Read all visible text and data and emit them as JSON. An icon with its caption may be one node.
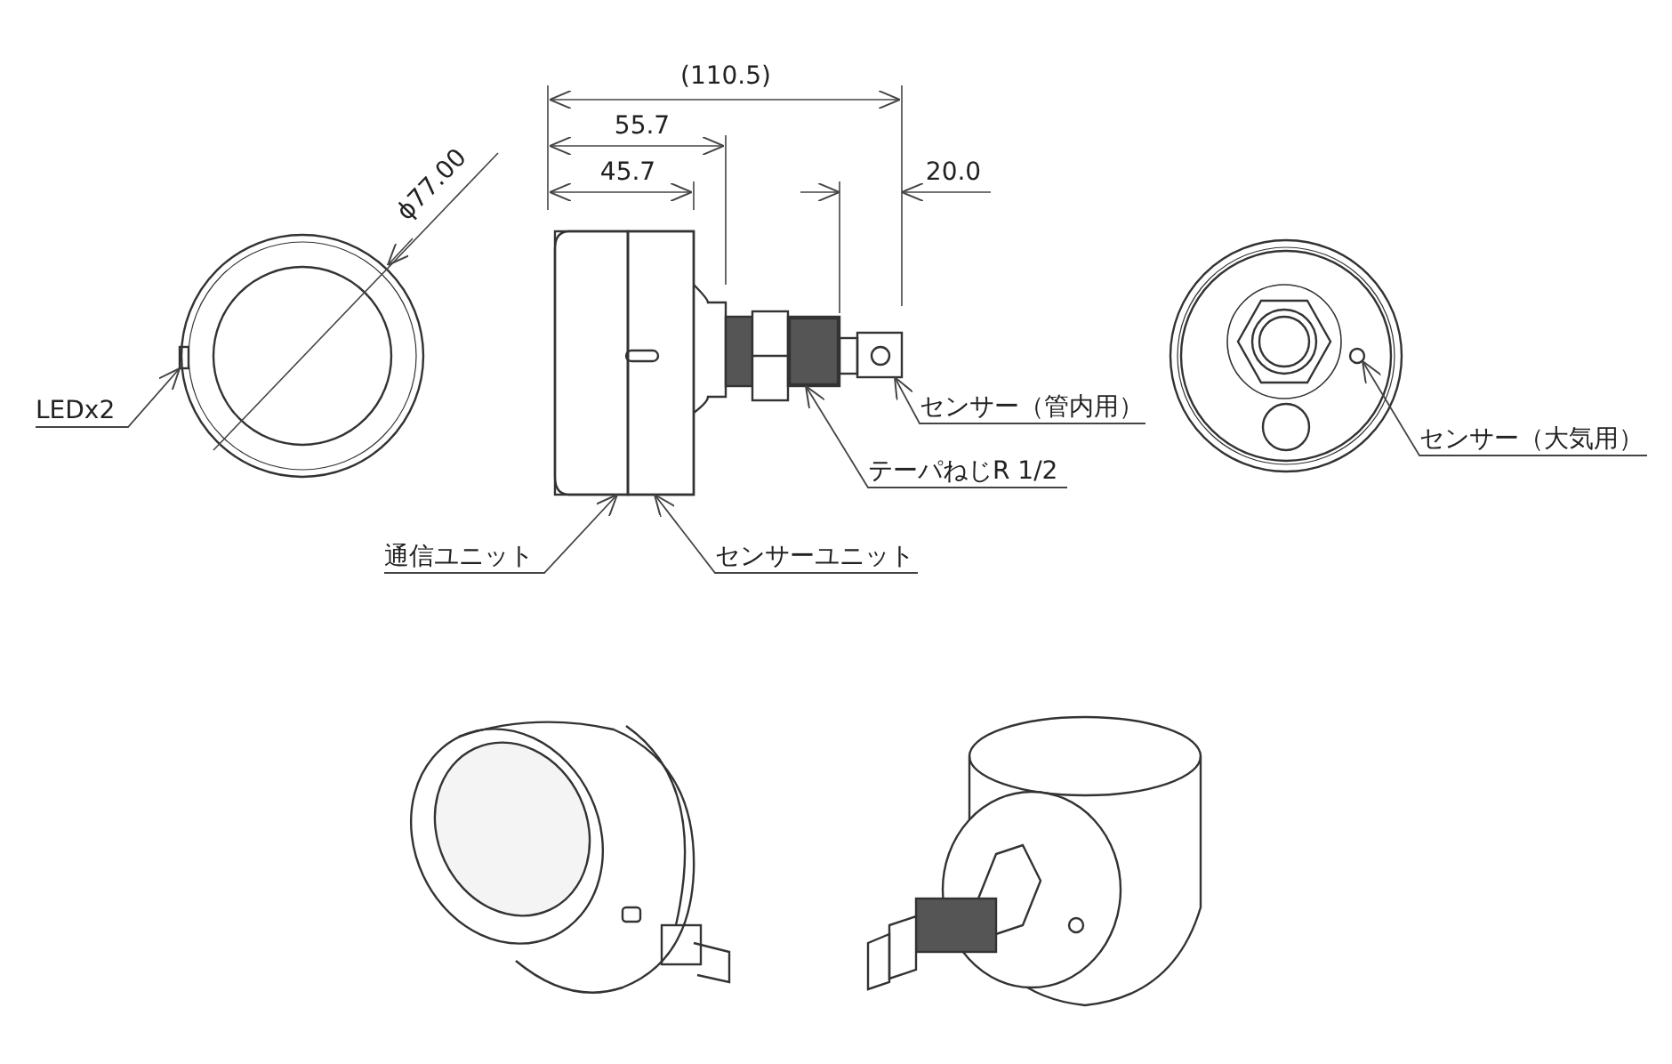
{
  "diagram": {
    "nodes": [
      {
        "text": [
          "LEDx2"
        ]
      },
      {
        "text": [
          "センサー（管内用）"
        ]
      },
      {
        "text": [
          "テーパねじR 1/2"
        ]
      },
      {
        "text": [
          "通信ユニット"
        ]
      },
      {
        "text": [
          "センサーユニット"
        ]
      },
      {
        "text": [
          "センサー（大気用）"
        ]
      },
      {
        "text": [],
        "shape": "box"
      },
      {
        "text": [],
        "shape": "box"
      },
      {
        "text": [],
        "shape": "box"
      },
      {
        "text": [],
        "shape": "box"
      },
      {
        "text": [],
        "shape": "box"
      },
      {
        "text": [],
        "shape": "circle"
      }
    ],
    "edges": [
      {
        "from": 0,
        "to": 6,
        "arrow": "to"
      },
      {
        "from": 1,
        "to": 10,
        "arrow": "to"
      },
      {
        "from": 2,
        "to": 9,
        "arrow": "to"
      },
      {
        "from": 3,
        "to": 7,
        "arrow": "to"
      },
      {
        "from": 4,
        "to": 8,
        "arrow": "to"
      },
      {
        "from": 5,
        "to": 11,
        "arrow": "to"
      }
    ],
    "labels": [
      "ϕ77.00",
      "(110.5)",
      "55.7",
      "45.7",
      "20.0"
    ]
  }
}
